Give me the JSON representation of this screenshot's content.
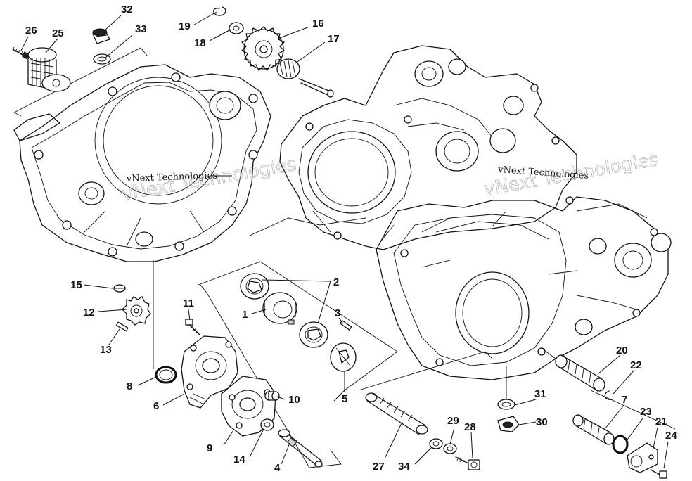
{
  "watermark": {
    "text_left": "vNext Technologies",
    "text_right": "vNext Technologies",
    "outline_left": "vNext Technologies",
    "outline_right": "vNext Technologies"
  },
  "part_labels": {
    "p1": "1",
    "p2": "2",
    "p3": "3",
    "p4": "4",
    "p5": "5",
    "p6": "6",
    "p7": "7",
    "p8": "8",
    "p9": "9",
    "p10": "10",
    "p11": "11",
    "p12": "12",
    "p13": "13",
    "p14": "14",
    "p15": "15",
    "p16": "16",
    "p17": "17",
    "p18": "18",
    "p19": "19",
    "p20": "20",
    "p21": "21",
    "p22": "22",
    "p23": "23",
    "p24": "24",
    "p25": "25",
    "p26": "26",
    "p27": "27",
    "p28": "28",
    "p29": "29",
    "p30": "30",
    "p31": "31",
    "p32": "32",
    "p33": "33",
    "p34": "34"
  }
}
